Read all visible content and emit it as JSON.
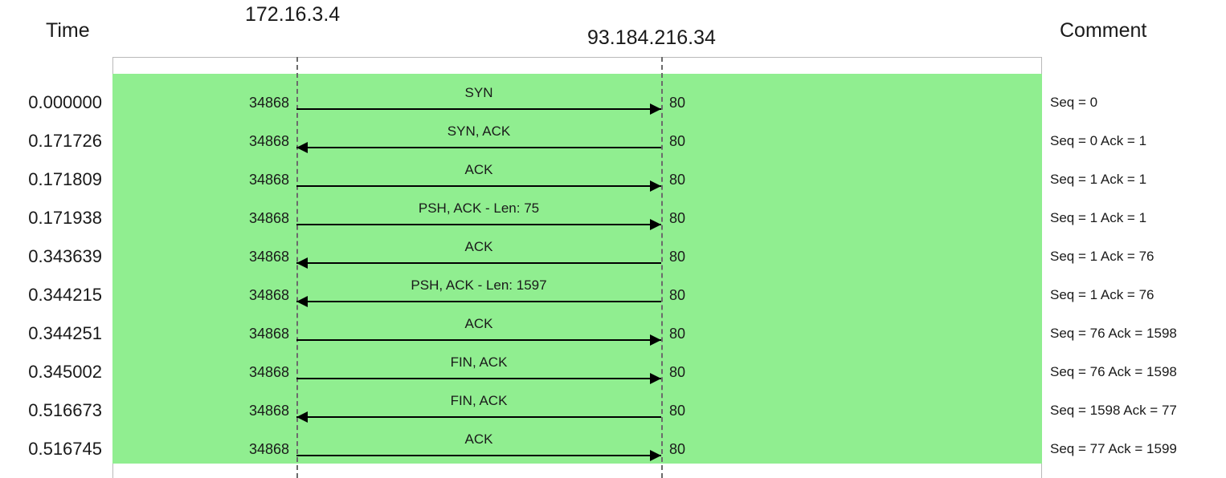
{
  "headers": {
    "time": "Time",
    "node_a": "172.16.3.4",
    "node_b": "93.184.216.34",
    "comment": "Comment"
  },
  "colors": {
    "band": "#90ee90",
    "lifeline": "#6b6b6b",
    "arrow": "#000000",
    "frame_border": "#b9b9b9"
  },
  "rows": [
    {
      "time": "0.000000",
      "port_left": "34868",
      "port_right": "80",
      "label": "SYN",
      "direction": "right",
      "comment": "Seq = 0"
    },
    {
      "time": "0.171726",
      "port_left": "34868",
      "port_right": "80",
      "label": "SYN, ACK",
      "direction": "left",
      "comment": "Seq = 0 Ack = 1"
    },
    {
      "time": "0.171809",
      "port_left": "34868",
      "port_right": "80",
      "label": "ACK",
      "direction": "right",
      "comment": "Seq = 1 Ack = 1"
    },
    {
      "time": "0.171938",
      "port_left": "34868",
      "port_right": "80",
      "label": "PSH, ACK - Len: 75",
      "direction": "right",
      "comment": "Seq = 1 Ack = 1"
    },
    {
      "time": "0.343639",
      "port_left": "34868",
      "port_right": "80",
      "label": "ACK",
      "direction": "left",
      "comment": "Seq = 1 Ack = 76"
    },
    {
      "time": "0.344215",
      "port_left": "34868",
      "port_right": "80",
      "label": "PSH, ACK - Len: 1597",
      "direction": "left",
      "comment": "Seq = 1 Ack = 76"
    },
    {
      "time": "0.344251",
      "port_left": "34868",
      "port_right": "80",
      "label": "ACK",
      "direction": "right",
      "comment": "Seq = 76 Ack = 1598"
    },
    {
      "time": "0.345002",
      "port_left": "34868",
      "port_right": "80",
      "label": "FIN, ACK",
      "direction": "right",
      "comment": "Seq = 76 Ack = 1598"
    },
    {
      "time": "0.516673",
      "port_left": "34868",
      "port_right": "80",
      "label": "FIN, ACK",
      "direction": "left",
      "comment": "Seq = 1598 Ack = 77"
    },
    {
      "time": "0.516745",
      "port_left": "34868",
      "port_right": "80",
      "label": "ACK",
      "direction": "right",
      "comment": "Seq = 77 Ack = 1599"
    }
  ]
}
